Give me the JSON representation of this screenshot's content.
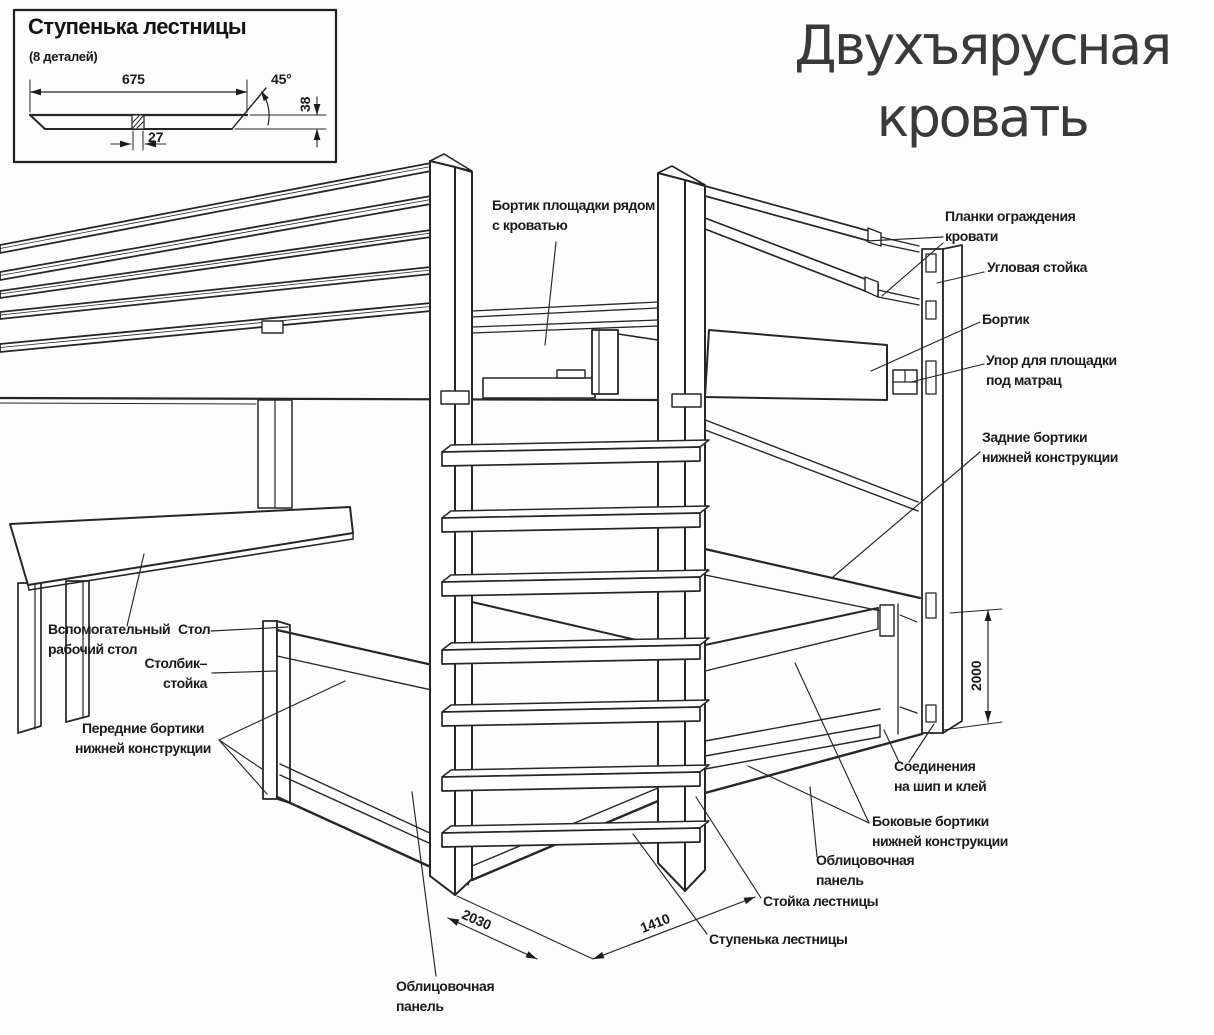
{
  "title": {
    "text": "Двухъярусная\nкровать"
  },
  "inset": {
    "title": "Ступенька лестницы",
    "subtitle": "(8 деталей)",
    "dim_length": "675",
    "dim_angle": "45°",
    "dim_thickness": "38",
    "dim_notch": "27"
  },
  "labels": {
    "platform_board": "Бортик площадки рядом\nс кроватью",
    "guard_planks": "Планки ограждения\nкровати",
    "corner_post": "Угловая стойка",
    "side_board": "Бортик",
    "mattress_support": "Упор для площадки\nпод матрац",
    "rear_boards": "Задние бортики\nнижней конструкции",
    "aux_desk": "Вспомогательный\nрабочий стол",
    "table": "Стол",
    "post_column": "Столбик–\nстойка",
    "front_boards": "Передние бортики\nнижней конструкции",
    "tenon_glue_joints": "Соединения\nна шип и клей",
    "side_boards_lower": "Боковые бортики\nнижней конструкции",
    "facing_panel_right": "Облицовочная\nпанель",
    "ladder_post": "Стойка лестницы",
    "ladder_step": "Ступенька лестницы",
    "facing_panel_bottom": "Облицовочная\nпанель"
  },
  "dimensions": {
    "length": "2030",
    "depth": "1410",
    "height": "2000"
  }
}
